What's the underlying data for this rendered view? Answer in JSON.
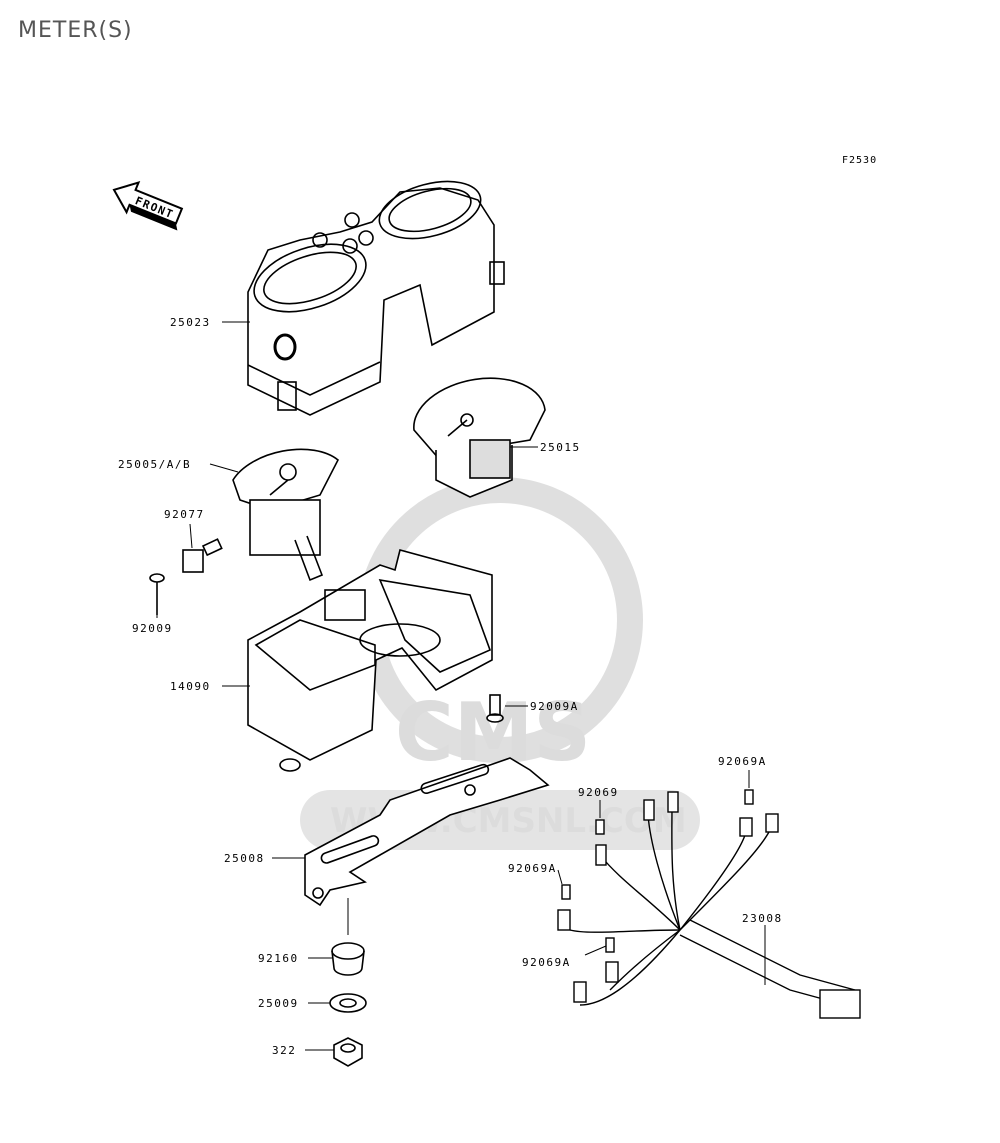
{
  "page_title": "METER(S)",
  "figure_code": "F2530",
  "front_arrow_text": "FRONT",
  "watermark": {
    "logo_text": "CMS",
    "url_text": "WWW.CMSNL.COM"
  },
  "parts": [
    {
      "id": "p-25023",
      "label": "25023"
    },
    {
      "id": "p-25015",
      "label": "25015"
    },
    {
      "id": "p-25005",
      "label": "25005/A/B"
    },
    {
      "id": "p-92077",
      "label": "92077"
    },
    {
      "id": "p-92009",
      "label": "92009"
    },
    {
      "id": "p-14090",
      "label": "14090"
    },
    {
      "id": "p-92009A",
      "label": "92009A"
    },
    {
      "id": "p-92069A-top",
      "label": "92069A"
    },
    {
      "id": "p-92069",
      "label": "92069"
    },
    {
      "id": "p-25008",
      "label": "25008"
    },
    {
      "id": "p-92069A-mid",
      "label": "92069A"
    },
    {
      "id": "p-23008",
      "label": "23008"
    },
    {
      "id": "p-92069A-low",
      "label": "92069A"
    },
    {
      "id": "p-92160",
      "label": "92160"
    },
    {
      "id": "p-25009",
      "label": "25009"
    },
    {
      "id": "p-322",
      "label": "322"
    }
  ],
  "colors": {
    "line": "#000000",
    "watermark": "#d9d9d9",
    "title": "#555555"
  }
}
